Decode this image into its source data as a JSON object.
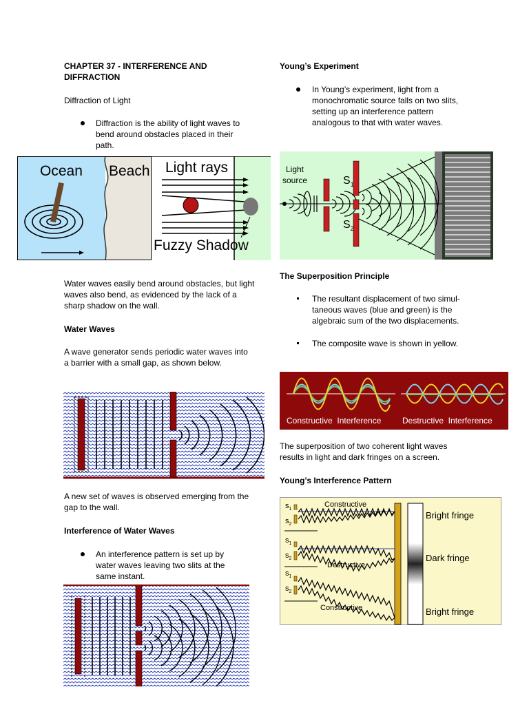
{
  "left": {
    "chapter_title": "CHAPTER 37 - INTERFERENCE AND DIFFRACTION",
    "diffraction_heading": "Diffraction of Light",
    "diffraction_bullet": "Diffraction is the ability of light waves to bend around obstacles placed in their path.",
    "fig1": {
      "ocean": "Ocean",
      "beach": "Beach",
      "light_rays": "Light rays",
      "fuzzy_shadow": "Fuzzy Shadow",
      "colors": {
        "water": "#b7e3fa",
        "beach": "#eae6dd",
        "panel": "#d6fad6"
      }
    },
    "water_bend_text": "Water waves easily bend around obstacles, but light waves also bend, as evidenced by the lack of a sharp shadow on the wall.",
    "water_waves_heading": "Water Waves",
    "water_waves_text": "A wave generator sends periodic water waves into a barrier with a small gap, as shown below.",
    "new_waves_text": "A new set of waves is observed emerging from the gap to the wall.",
    "interference_heading": "Interference of Water Waves",
    "interference_bullet": "An interference pattern is set up by water waves leaving two slits at the same instant."
  },
  "right": {
    "young_heading": "Young’s Experiment",
    "young_bullet": "In Young’s experiment, light from a monochromatic source falls on two slits, setting up an interference pattern analogous to that with water waves.",
    "young_fig": {
      "light_source": "Light source",
      "s1": "S",
      "s2": "S",
      "sub1": "1",
      "sub2": "2"
    },
    "superposition_heading": "The Superposition Principle",
    "superposition_bullets": [
      "The resultant displacement of two simul-taneous waves (blue and green) is the algebraic sum of the two displacements.",
      "The composite wave is shown in yellow."
    ],
    "wave_fig": {
      "constructive": "Constructive  Interference",
      "destructive": "Destructive  Interference",
      "bg": "#8e0a0a"
    },
    "fringes_text": "The superposition of two coherent light waves results in light and dark fringes on a screen.",
    "pattern_heading": "Young’s Interference Pattern",
    "pattern_fig": {
      "constructive_top": "Constructive",
      "destructive": "Destructive",
      "constructive_bottom": "Constructive",
      "bright_top": "Bright fringe",
      "dark": "Dark fringe",
      "bright_bottom": "Bright fringe",
      "s": "s",
      "sub1": "1",
      "sub2": "2",
      "bg": "#fbf7c9"
    }
  }
}
